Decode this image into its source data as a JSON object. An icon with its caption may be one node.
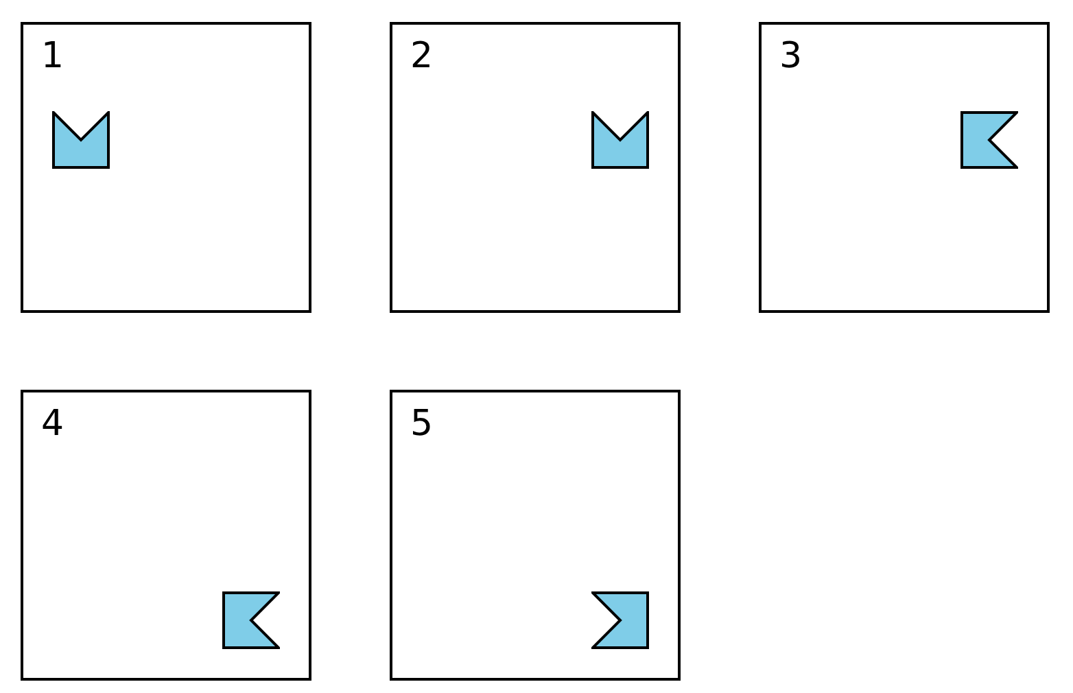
{
  "diagram": {
    "nodes": [
      {
        "text": [
          "1"
        ]
      },
      {
        "text": [],
        "shape": "flag",
        "in": 0
      },
      {
        "text": [
          "2"
        ]
      },
      {
        "text": [],
        "shape": "flag",
        "in": 2
      },
      {
        "text": [
          "3"
        ]
      },
      {
        "text": [],
        "shape": "flag",
        "in": 4
      },
      {
        "text": [
          "4"
        ]
      },
      {
        "text": [],
        "shape": "flag",
        "in": 6
      },
      {
        "text": [
          "5"
        ]
      },
      {
        "text": [],
        "shape": "flag",
        "in": 8
      }
    ]
  }
}
